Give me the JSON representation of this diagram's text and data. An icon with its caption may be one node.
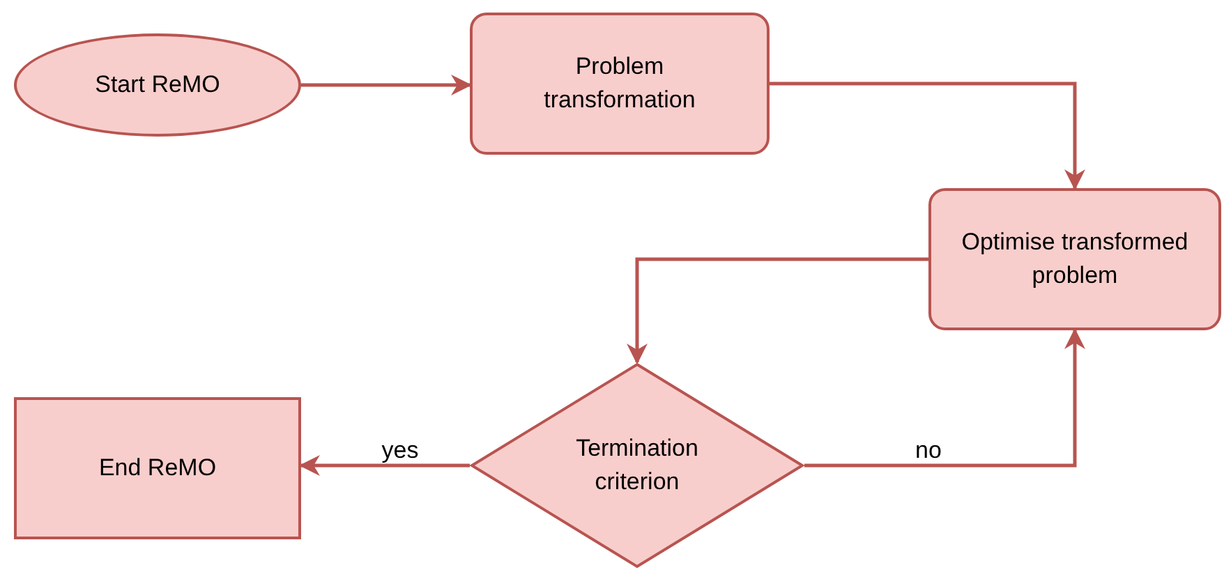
{
  "diagram": {
    "nodes": [
      {
        "text": [
          "Start ReMO"
        ]
      },
      {
        "text": [
          "Problem transformation"
        ]
      },
      {
        "text": [
          "Optimise transformed problem"
        ]
      },
      {
        "text": [
          "Termination criterion"
        ]
      },
      {
        "text": [
          "End ReMO"
        ]
      }
    ],
    "edges": [
      {
        "from": 0,
        "to": 1,
        "arrow": "to"
      },
      {
        "from": 1,
        "to": 2,
        "arrow": "to"
      },
      {
        "from": 2,
        "to": 3,
        "arrow": "to"
      },
      {
        "from": 3,
        "to": 4,
        "label": "yes",
        "arrow": "to"
      },
      {
        "from": 3,
        "to": 2,
        "label": "no",
        "arrow": "to"
      }
    ]
  }
}
